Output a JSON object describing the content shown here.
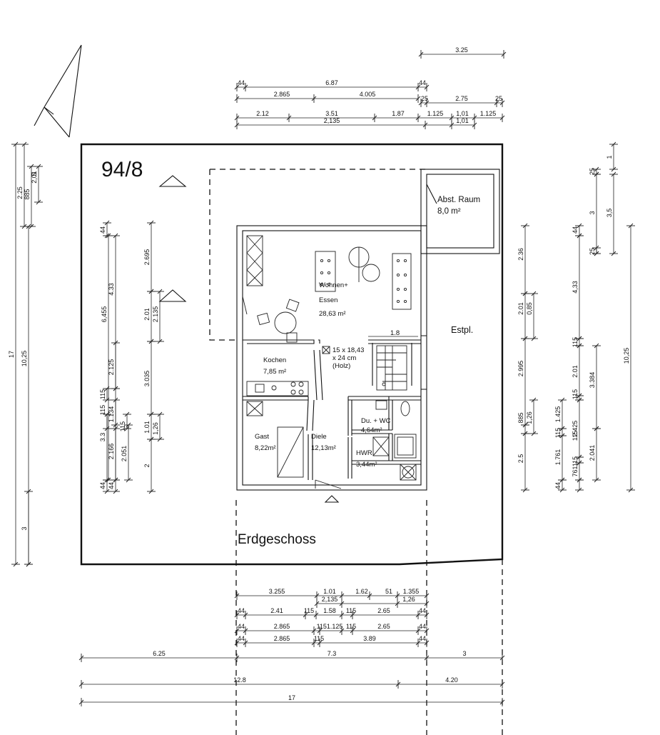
{
  "parcel_number": "94/8",
  "floor_label": "Erdgeschoss",
  "carport_label": "Estpl.",
  "rooms": {
    "abst_raum": {
      "name": "Abst. Raum",
      "area": "8,0 m²"
    },
    "wohnen": {
      "name_line1": "Wohnen+",
      "name_line2": "Essen",
      "area": "28,63 m²"
    },
    "kochen": {
      "name": "Kochen",
      "area": "7,85 m²"
    },
    "gast": {
      "name": "Gast",
      "area": "8,22m²"
    },
    "diele": {
      "name": "Diele",
      "area": "12,13m²"
    },
    "du_wc": {
      "name": "Du. + WC",
      "area": "4,64m²"
    },
    "hwr": {
      "name": "HWR",
      "area": "3,44m²"
    }
  },
  "stair_note": {
    "line1": "15 x 18,43",
    "line2": "x 24 cm",
    "line3": "(Holz)",
    "width": "1.8"
  },
  "dimensions": {
    "top": [
      "3.25",
      "44",
      "6.87",
      "44",
      "2.865",
      "4.005",
      "25",
      "2.75",
      "25",
      "2.12",
      "3.51",
      "1.87",
      "1.125",
      "1,01",
      "1.125",
      "2,135",
      "1,01"
    ],
    "bottom": [
      "3.255",
      "1.01",
      "1.62",
      "51",
      "1.355",
      "2,135",
      "1,26",
      "44",
      "2.41",
      "115",
      "1.58",
      "115",
      "2.65",
      "44",
      "44",
      "2.865",
      "1151.125",
      "115",
      "2.65",
      "44",
      "44",
      "2.865",
      "115",
      "3.89",
      "44",
      "6.25",
      "7.3",
      "3",
      "12.8",
      "4.20",
      "17"
    ],
    "left": [
      "2.25",
      "885",
      "5",
      "2,01",
      "17",
      "10,25",
      "44",
      "4.33",
      "6,455",
      "2.695",
      "2.01",
      "2.135",
      "2.125",
      "3.035",
      "115",
      "1.134",
      "115",
      "3.3",
      "2.166",
      "2.051",
      "115",
      "1.01",
      "1,26",
      "2",
      "44",
      "44",
      "3"
    ],
    "right": [
      "1",
      "25",
      "3",
      "3,5",
      "44",
      "25",
      "2.36",
      "2.01",
      "0,85",
      "4,33",
      "115",
      "10,25",
      "2.995",
      "2.01",
      "3.384",
      "115",
      "1.425",
      "885",
      "1,26",
      "115",
      "2.425",
      "1.761",
      "115",
      "2.041",
      "2.5",
      "44",
      "761",
      "115"
    ]
  }
}
